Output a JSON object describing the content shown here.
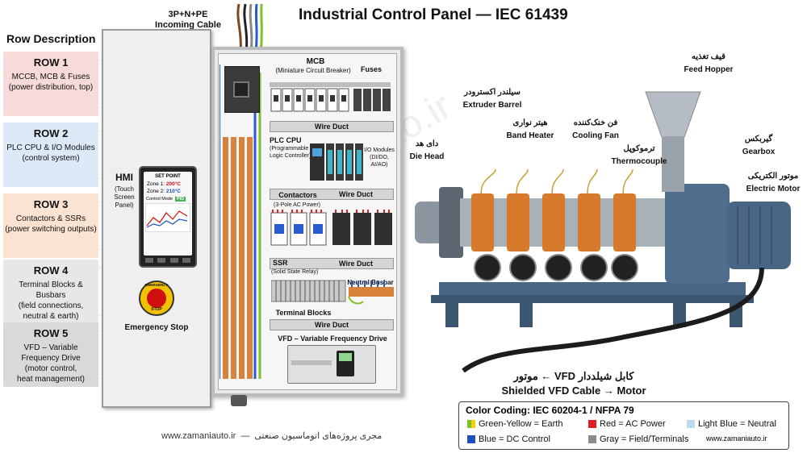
{
  "title": "Industrial Control Panel — IEC 61439",
  "incoming": {
    "l1": "3P+N+PE",
    "l2": "Incoming Cable"
  },
  "row_description": {
    "heading": "Row Description",
    "rows": [
      {
        "title": "ROW 1",
        "desc": "MCCB, MCB & Fuses\n(power distribution, top)",
        "color": "#f9dada"
      },
      {
        "title": "ROW 2",
        "desc": "PLC CPU & I/O Modules\n(control system)",
        "color": "#dce9f7"
      },
      {
        "title": "ROW 3",
        "desc": "Contactors & SSRs\n(power switching outputs)",
        "color": "#fbe3d2"
      },
      {
        "title": "ROW 4",
        "desc": "Terminal Blocks & Busbars\n(field connections,\nneutral & earth)",
        "color": "#e7e7e7"
      },
      {
        "title": "ROW 5",
        "desc": "VFD – Variable\nFrequency Drive\n(motor control,\nheat management)",
        "color": "#d9d9d9"
      }
    ]
  },
  "hmi": {
    "label": "HMI",
    "sub1": "(Touch",
    "sub2": "Screen Panel)",
    "set_point": "SET POINT",
    "zone1_label": "Zone 1:",
    "zone1_value": "200°C",
    "zone2_label": "Zone 2:",
    "zone2_value": "210°C",
    "control_mode": "Control Mode",
    "mode_value": "PID"
  },
  "estop": {
    "b1": "EMERGENCY",
    "b2": "STOP",
    "label": "Emergency Stop"
  },
  "panel": {
    "mcb_title": "MCB",
    "mcb_sub": "(Miniature Circuit Breaker)",
    "fuses": "Fuses",
    "wire_duct": "Wire Duct",
    "plc_title": "PLC CPU",
    "plc_sub1": "(Programmable",
    "plc_sub2": "Logic Controller)",
    "io_title": "I/O Modules",
    "io_sub": "(DI/DO, AI/AO)",
    "contactors_title": "Contactors",
    "contactors_sub": "(3-Pole AC Power)",
    "ssr_title": "SSR",
    "ssr_sub": "(Solid State Relay)",
    "neutral_busbar": "Neutral Busbar",
    "terminal_blocks": "Terminal Blocks",
    "vfd": "VFD – Variable Frequency Drive"
  },
  "extruder": {
    "hopper_fa": "قیف تغذیه",
    "hopper_en": "Feed Hopper",
    "barrel_fa": "سیلندر اکسترودر",
    "barrel_en": "Extruder Barrel",
    "band_fa": "هیتر نواری",
    "band_en": "Band Heater",
    "fan_fa": "فن خنک‌کننده",
    "fan_en": "Cooling Fan",
    "die_fa": "دای هد",
    "die_en": "Die Head",
    "thermo_fa": "ترموکوپل",
    "thermo_en": "Thermocouple",
    "gearbox_fa": "گیربکس",
    "gearbox_en": "Gearbox",
    "motor_fa": "موتور الکتریکی",
    "motor_en": "Electric Motor"
  },
  "cable": {
    "fa": "کابل شیلددار VFD ← موتور",
    "en": "Shielded VFD Cable → Motor"
  },
  "legend": {
    "title": "Color Coding: IEC 60204-1 / NFPA 79",
    "items": [
      {
        "label": "Green-Yellow = Earth",
        "color": "#7fbf2a"
      },
      {
        "label": "Red = AC Power",
        "color": "#e02020"
      },
      {
        "label": "Light Blue = Neutral",
        "color": "#bcd9f2"
      },
      {
        "label": "Blue = DC Control",
        "color": "#1f4fbf"
      },
      {
        "label": "Gray = Field/Terminals",
        "color": "#8c8c8c"
      }
    ],
    "site": "www.zamaniauto.ir"
  },
  "footer": {
    "site": "www.zamaniauto.ir",
    "sep": "—",
    "fa": "مجری پروژه‌های اتوماسیون صنعتی"
  },
  "watermark": "© www.zamaniauto.ir"
}
